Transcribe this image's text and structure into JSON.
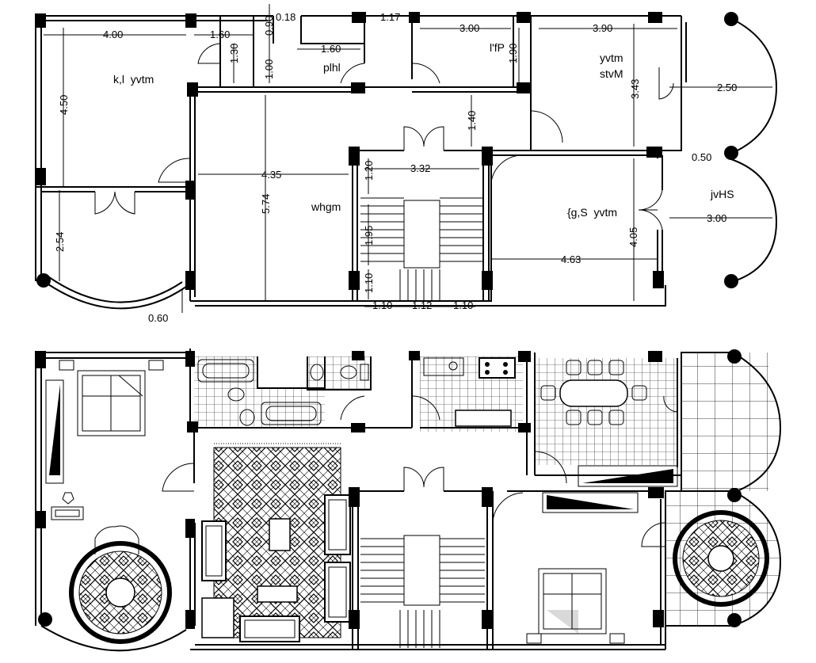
{
  "ground_plan": {
    "dimensions": {
      "d_4_00": "4.00",
      "d_1_60a": "1.60",
      "d_0_90": "0.90",
      "d_0_18": "0.18",
      "d_1_17": "1.17",
      "d_3_00a": "3.00",
      "d_3_90": "3.90",
      "d_1_30": "1.30",
      "d_1_00": "1.00",
      "d_1_60b": "1.60",
      "d_1_90": "1.90",
      "d_3_43": "3.43",
      "d_2_50": "2.50",
      "d_4_50": "4.50",
      "d_1_40": "1.40",
      "d_0_50": "0.50",
      "d_4_35": "4.35",
      "d_1_20": "1.20",
      "d_3_32": "3.32",
      "d_5_74": "5.74",
      "d_3_00b": "3.00",
      "d_2_54": "2.54",
      "d_1_95": "1.95",
      "d_4_05": "4.05",
      "d_4_63": "4.63",
      "d_1_10a": "1.10",
      "d_0_60": "0.60",
      "d_1_10b": "1.10",
      "d_1_12": "1.12",
      "d_1_10c": "1.10"
    },
    "rooms": {
      "bedroom_left": "k,l  yvtm",
      "hall_label": "plhl",
      "kitchen_label": "l'fP",
      "room_top_right_1": "yvtm",
      "room_top_right_2": "stvM",
      "reception": "whgm",
      "room_mid_right": "{g,S  yvtm",
      "balcony_right": "jvHS"
    }
  },
  "furnished_plan": {}
}
